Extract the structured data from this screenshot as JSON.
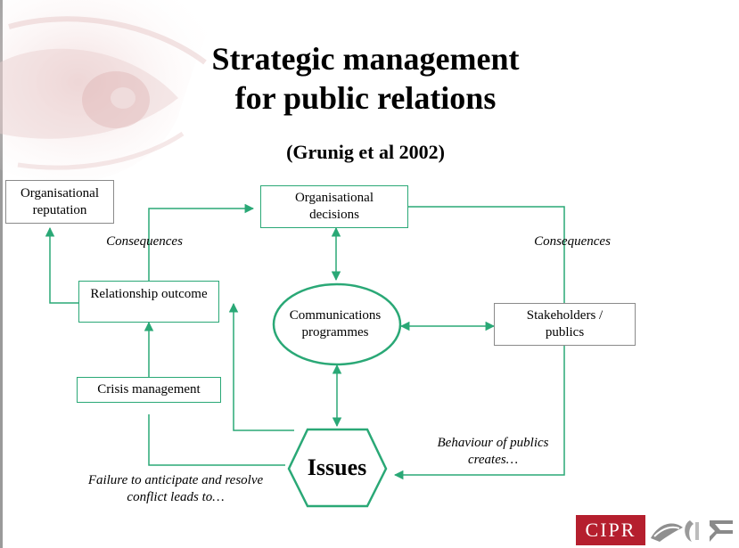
{
  "title": {
    "line1": "Strategic management",
    "line2": "for public relations"
  },
  "subtitle": "(Grunig et al 2002)",
  "nodes": {
    "org_reputation": "Organisational reputation",
    "org_decisions": "Organisational decisions",
    "relationship_outcome": "Relationship outcome",
    "communications_programmes": "Communications programmes",
    "stakeholders": "Stakeholders / publics",
    "crisis_management": "Crisis management",
    "issues": "Issues"
  },
  "labels": {
    "consequences_left": "Consequences",
    "consequences_right": "Consequences",
    "behaviour": "Behaviour of publics creates…",
    "failure": "Failure to anticipate and resolve conflict leads to…"
  },
  "logo": {
    "text": "CIPR"
  },
  "colors": {
    "accent": "#2aa876",
    "logo_red": "#b51f2e",
    "border_grey": "#8a8a8a"
  }
}
